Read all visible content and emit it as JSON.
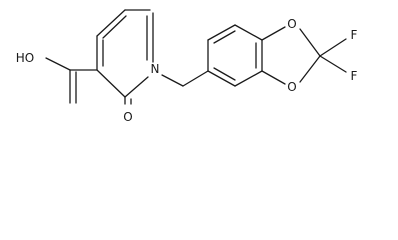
{
  "structure": {
    "atoms": {
      "hydroxyl": "HO",
      "ring_nitrogen": "N",
      "carbonyl_oxygen": "O",
      "dioxole_oxygen_top": "O",
      "dioxole_oxygen_bottom": "O",
      "fluorine_top": "F",
      "fluorine_bottom": "F"
    }
  },
  "colors": {
    "bond": "#1a1a1a",
    "background": "#ffffff"
  }
}
